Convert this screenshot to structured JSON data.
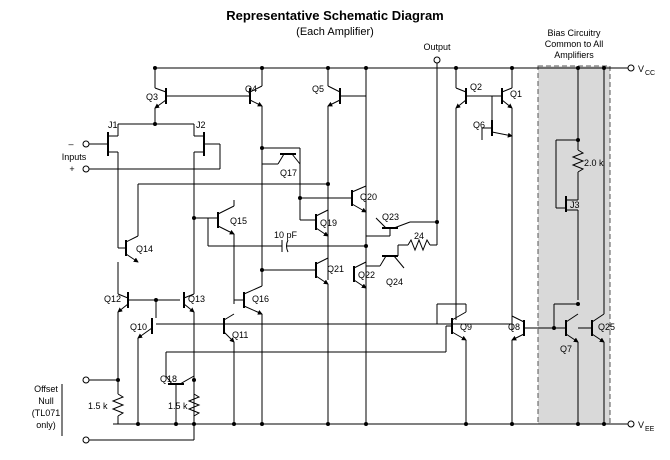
{
  "title": "Representative Schematic Diagram",
  "subtitle": "(Each Amplifier)",
  "labels": {
    "output": "Output",
    "bias_line1": "Bias Circuitry",
    "bias_line2": "Common to All",
    "bias_line3": "Amplifiers",
    "vcc": "V",
    "vcc_sub": "CC",
    "vee": "V",
    "vee_sub": "EE",
    "inputs": "Inputs",
    "minus": "–",
    "plus": "+",
    "offset_line1": "Offset",
    "offset_line2": "Null",
    "offset_line3": "(TL071",
    "offset_line4": "only)",
    "cap": "10 pF",
    "r24": "24",
    "r2k": "2.0 k",
    "r15a": "1.5 k",
    "r15b": "1.5 k"
  },
  "transistors": {
    "q1": "Q1",
    "q2": "Q2",
    "q3": "Q3",
    "q4": "Q4",
    "q5": "Q5",
    "q6": "Q6",
    "q7": "Q7",
    "q8": "Q8",
    "q9": "Q9",
    "q10": "Q10",
    "q11": "Q11",
    "q12": "Q12",
    "q13": "Q13",
    "q14": "Q14",
    "q15": "Q15",
    "q16": "Q16",
    "q17": "Q17",
    "q18": "Q18",
    "q19": "Q19",
    "q20": "Q20",
    "q21": "Q21",
    "q22": "Q22",
    "q23": "Q23",
    "q24": "Q24",
    "q25": "Q25",
    "j1": "J1",
    "j2": "J2",
    "j3": "J3"
  },
  "colors": {
    "bias_region_fill": "#d9d9d9",
    "line": "#000000"
  }
}
